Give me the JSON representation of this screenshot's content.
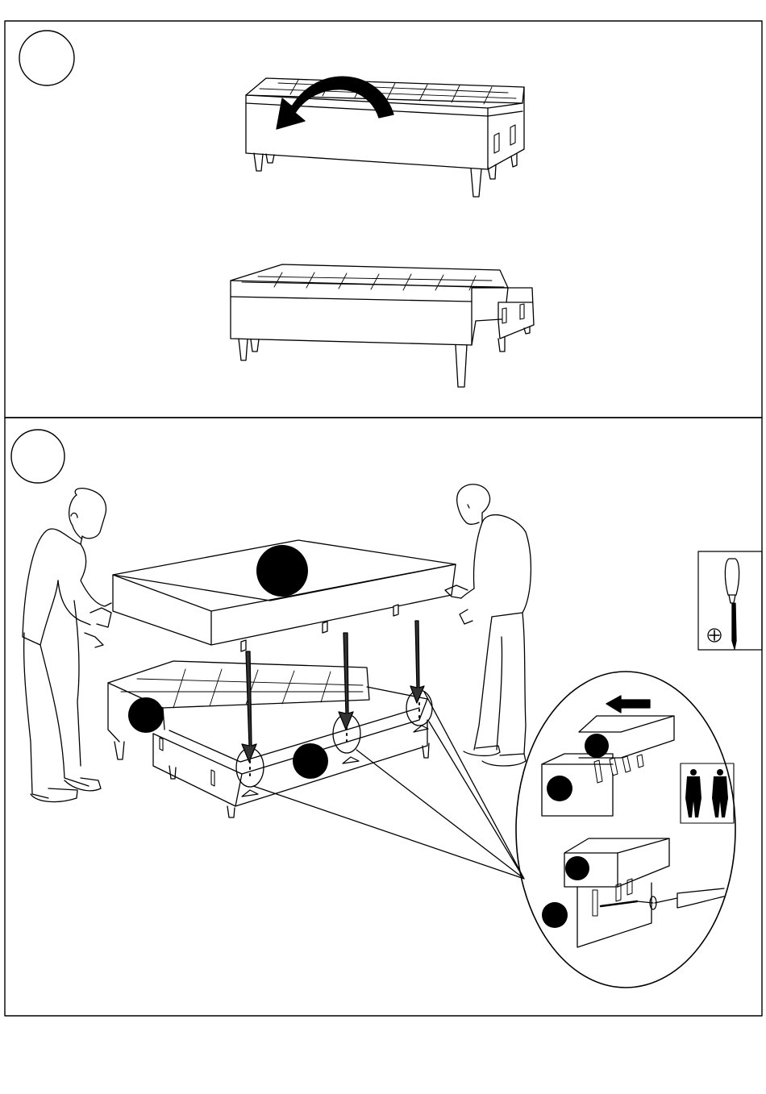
{
  "document": {
    "type": "assembly-instructions",
    "colors": {
      "ink": "#000000",
      "paper": "#ffffff",
      "arrow_fill": "#333333"
    }
  },
  "step1": {
    "number": "",
    "illustrations": [
      "ottoman-lid-flip-arrow",
      "ottoman-bench-with-extension"
    ]
  },
  "step2": {
    "number": "",
    "illustrations": [
      "two-people-lifting-cushion",
      "bench-frame-base",
      "detail-magnifier-circle"
    ],
    "markers": [
      "",
      "",
      "",
      "",
      "",
      "",
      ""
    ],
    "tool_box": {
      "icon": "phillips-screwdriver-icon",
      "symbol": "phillips-head-icon"
    },
    "people_icon": "two-workers-icon"
  }
}
